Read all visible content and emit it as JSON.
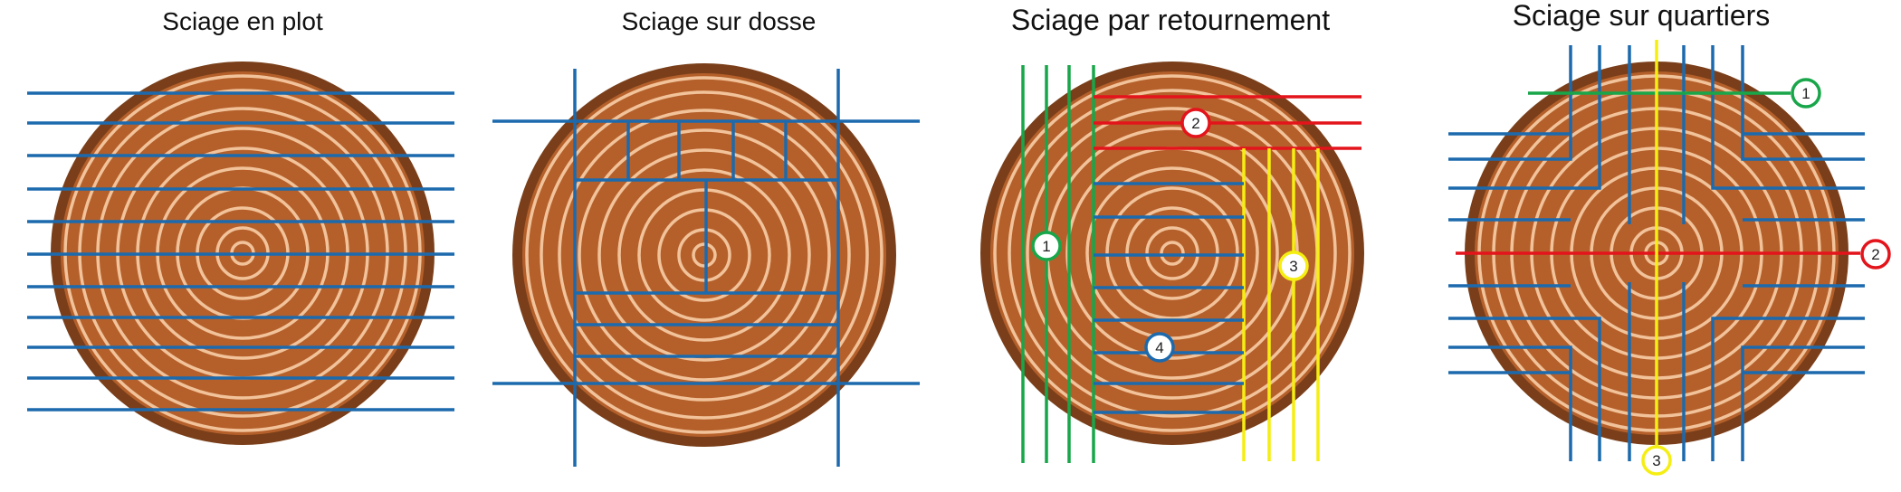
{
  "panels": [
    {
      "title": "Sciage en plot"
    },
    {
      "title": "Sciage sur dosse"
    },
    {
      "title": "Sciage par retournement",
      "markers": [
        "1",
        "2",
        "3",
        "4"
      ]
    },
    {
      "title": "Sciage sur quartiers",
      "markers": [
        "1",
        "2",
        "3"
      ]
    }
  ],
  "colors": {
    "bark": "#7a3f1a",
    "wood": "#b5602b",
    "ring": "#f2c39a",
    "cut_blue": "#1c6aad",
    "cut_red": "#e3141b",
    "cut_green": "#19a64a",
    "cut_yellow": "#f5ee12"
  }
}
